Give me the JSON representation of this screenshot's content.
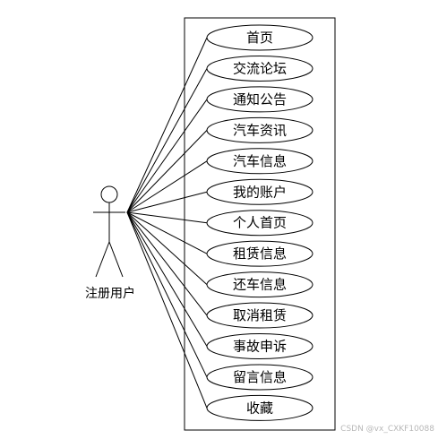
{
  "actor": {
    "label": "注册用户"
  },
  "use_cases": [
    {
      "label": "首页"
    },
    {
      "label": "交流论坛"
    },
    {
      "label": "通知公告"
    },
    {
      "label": "汽车资讯"
    },
    {
      "label": "汽车信息"
    },
    {
      "label": "我的账户"
    },
    {
      "label": "个人首页"
    },
    {
      "label": "租赁信息"
    },
    {
      "label": "还车信息"
    },
    {
      "label": "取消租赁"
    },
    {
      "label": "事故申诉"
    },
    {
      "label": "留言信息"
    },
    {
      "label": "收藏"
    }
  ],
  "watermark": "CSDN @vx_CXKF10088"
}
